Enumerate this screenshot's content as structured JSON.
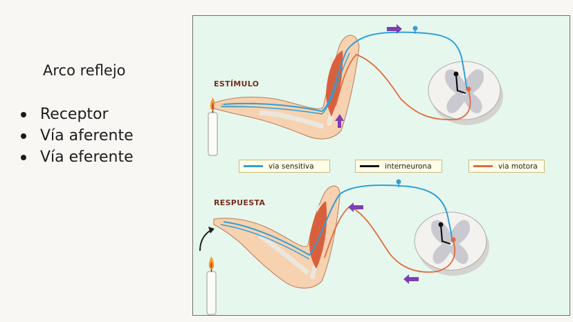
{
  "slide": {
    "title": "Arco reflejo",
    "bullets": [
      "Receptor",
      "Vía aferente",
      "Vía eferente"
    ]
  },
  "figure": {
    "top_label": "ESTÍMULO",
    "bottom_label": "RESPUESTA",
    "legend": [
      {
        "label": "via sensitiva",
        "color": "#2f9fd8"
      },
      {
        "label": "interneurona",
        "color": "#111111"
      },
      {
        "label": "via motora",
        "color": "#e06a3c"
      }
    ],
    "colors": {
      "background": "#e6f7ee",
      "skin": "#f6d2b0",
      "muscle": "#d9603c",
      "bone": "#f3efe6",
      "spinal_cord": "#f4f2ee",
      "gray_matter": "#c9c9cf",
      "arrow": "#7d3fb5"
    }
  }
}
